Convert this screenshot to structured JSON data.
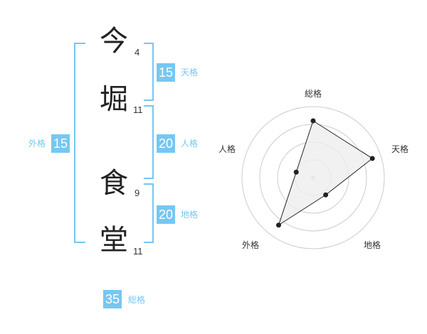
{
  "name": {
    "chars": [
      {
        "char": "今",
        "strokes": "4"
      },
      {
        "char": "堀",
        "strokes": "11"
      },
      {
        "char": "食",
        "strokes": "9"
      },
      {
        "char": "堂",
        "strokes": "11"
      }
    ]
  },
  "kakusu": {
    "tenkaku": {
      "label": "天格",
      "value": "15"
    },
    "jinkaku": {
      "label": "人格",
      "value": "20"
    },
    "chikaku": {
      "label": "地格",
      "value": "20"
    },
    "gaikaku": {
      "label": "外格",
      "value": "15"
    },
    "soukaku": {
      "label": "総格",
      "value": "35"
    }
  },
  "radar": {
    "axes": [
      "総格",
      "天格",
      "地格",
      "外格",
      "人格"
    ],
    "levels": 4,
    "values": [
      3.2,
      3.5,
      1.2,
      3.3,
      1.0
    ],
    "fill_color": "#eeeeee",
    "line_color": "#222222",
    "grid_color": "#cccccc"
  },
  "colors": {
    "accent": "#76c7f2"
  }
}
